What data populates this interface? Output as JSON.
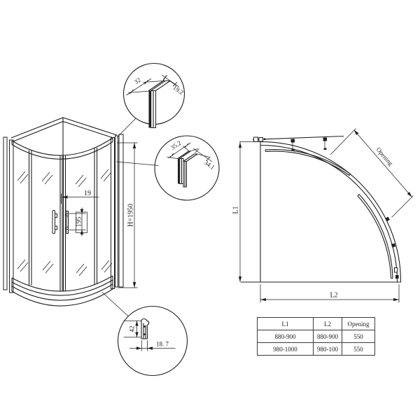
{
  "drawing_title": "quadrant-shower-enclosure-technical-drawing",
  "colors": {
    "line": "#1f1f1f",
    "background": "#ffffff"
  },
  "front_view": {
    "dim_gap": "19",
    "dim_handle": "195",
    "dim_height": "H=1950"
  },
  "detail_top": {
    "dim_depth": "32",
    "dim_width": "19.2"
  },
  "detail_middle": {
    "dim_a": "35.2",
    "dim_b": "34.1"
  },
  "detail_bottom": {
    "dim_height": "42",
    "dim_width": "18. 7"
  },
  "plan_view": {
    "dim_left": "L1",
    "dim_bottom": "L2",
    "dim_opening": "Opening"
  },
  "table": {
    "headers": [
      "L1",
      "L2",
      "Opening"
    ],
    "rows": [
      [
        "880-900",
        "880-900",
        "550"
      ],
      [
        "980-1000",
        "980-100",
        "550"
      ]
    ]
  }
}
